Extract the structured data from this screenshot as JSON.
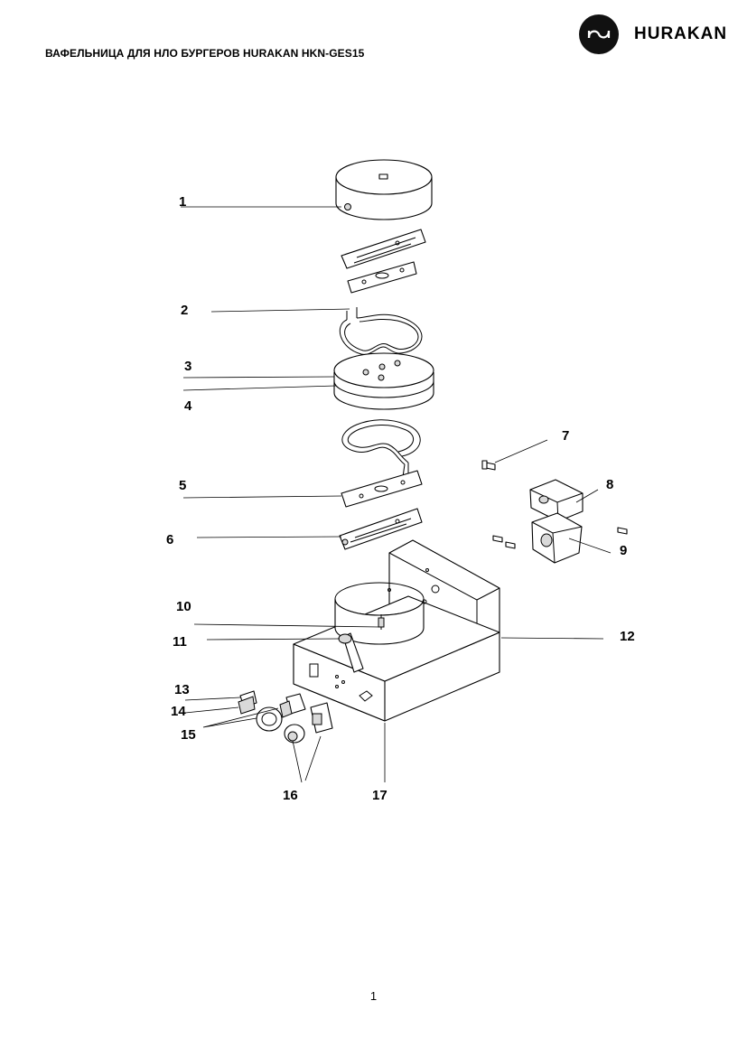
{
  "header": {
    "document_title": "ВАФЕЛЬНИЦА ДЛЯ НЛО БУРГЕРОВ HURAKAN HKN-GES15",
    "brand_name": "HURAKAN",
    "logo_icon": "hurakan-logo-icon"
  },
  "diagram": {
    "callouts": [
      "1",
      "2",
      "3",
      "4",
      "5",
      "6",
      "7",
      "8",
      "9",
      "10",
      "11",
      "12",
      "13",
      "14",
      "15",
      "16",
      "17"
    ]
  },
  "footer": {
    "page_number": "1"
  }
}
